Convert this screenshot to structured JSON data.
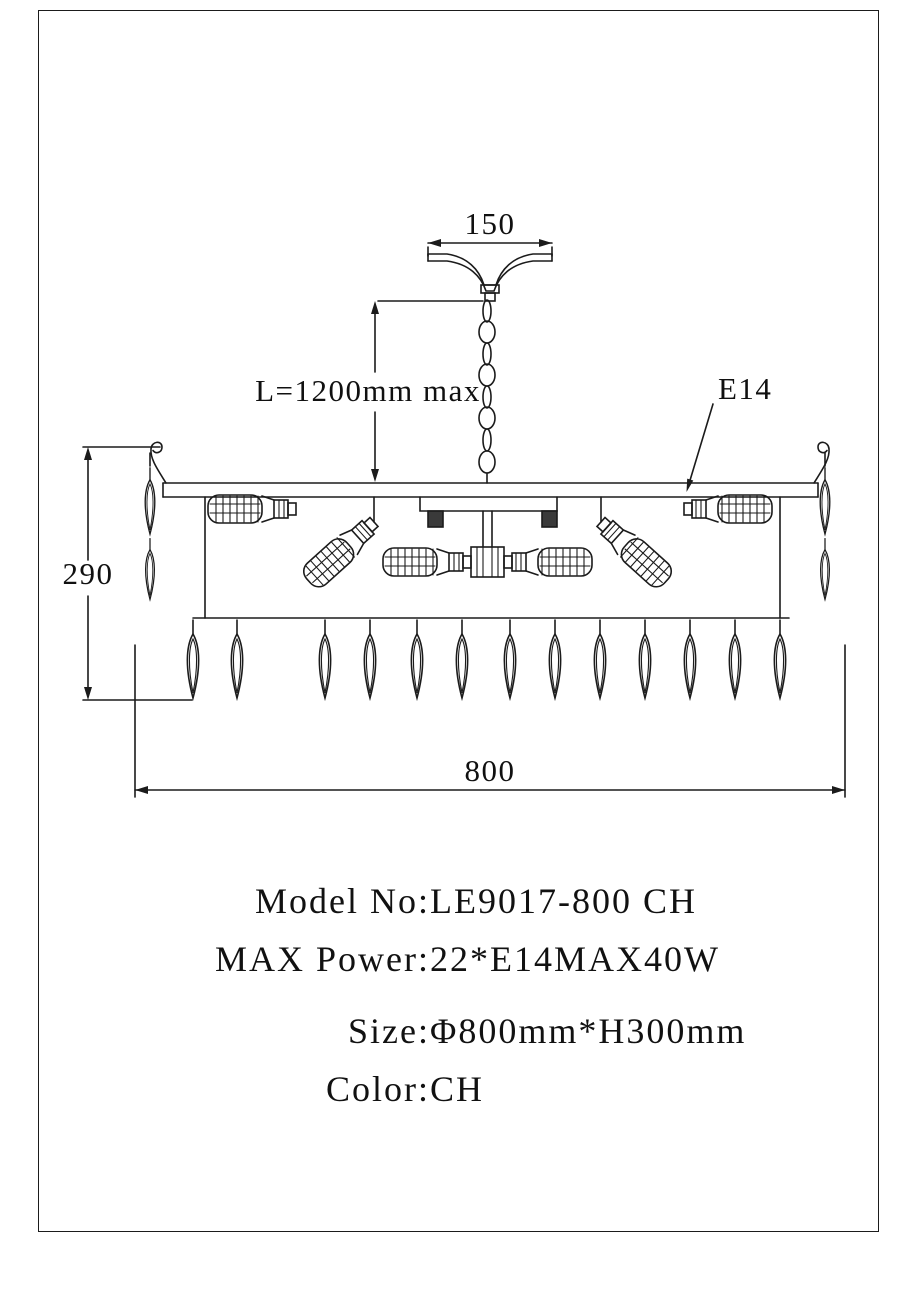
{
  "page": {
    "background": "#ffffff",
    "line_color": "#1b1b1b"
  },
  "drawing": {
    "dimensions": {
      "canopy_width": "150",
      "suspension_length": "L=1200mm max",
      "body_height": "290",
      "body_width": "800"
    },
    "labels": {
      "bulb_type": "E14"
    }
  },
  "specs": {
    "rows": [
      {
        "label": "Model No:",
        "value": "LE9017-800 CH"
      },
      {
        "label": "MAX Power:",
        "value": "22*E14MAX40W"
      },
      {
        "label": "Size:",
        "value": "Φ800mm*H300mm"
      },
      {
        "label": "Color:",
        "value": "CH"
      }
    ]
  }
}
